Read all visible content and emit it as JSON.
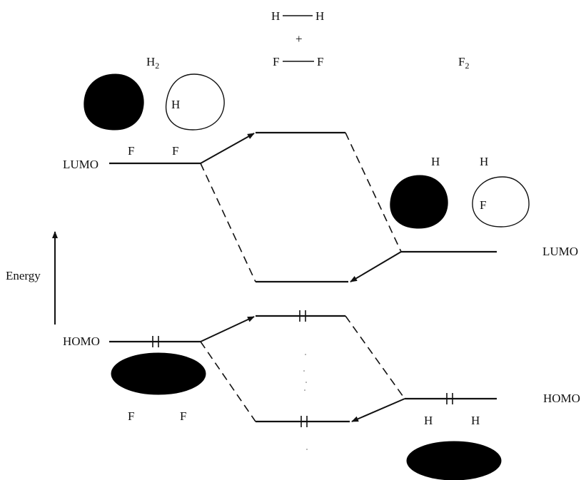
{
  "reaction": {
    "top_left": "H",
    "top_right": "H",
    "plus": "+",
    "bottom_left": "F",
    "bottom_right": "F"
  },
  "left": {
    "title": "H",
    "title_sub": "2",
    "orbital_label": "H",
    "lumo_label": "LUMO",
    "lumo_atoms": [
      "F",
      "F"
    ],
    "homo_label": "HOMO",
    "homo_atoms": [
      "F",
      "F"
    ]
  },
  "right": {
    "title": "F",
    "title_sub": "2",
    "lumo_atoms": [
      "H",
      "H"
    ],
    "orbital_label": "F",
    "lumo_label": "LUMO",
    "homo_label": "HOMO",
    "homo_atoms": [
      "H",
      "H"
    ]
  },
  "axis": {
    "label": "Energy"
  },
  "electrons": {
    "left_homo": "↑↓",
    "upper_mo": "↑↓",
    "lower_mo": "↑↓",
    "right_homo": "↑↓"
  }
}
